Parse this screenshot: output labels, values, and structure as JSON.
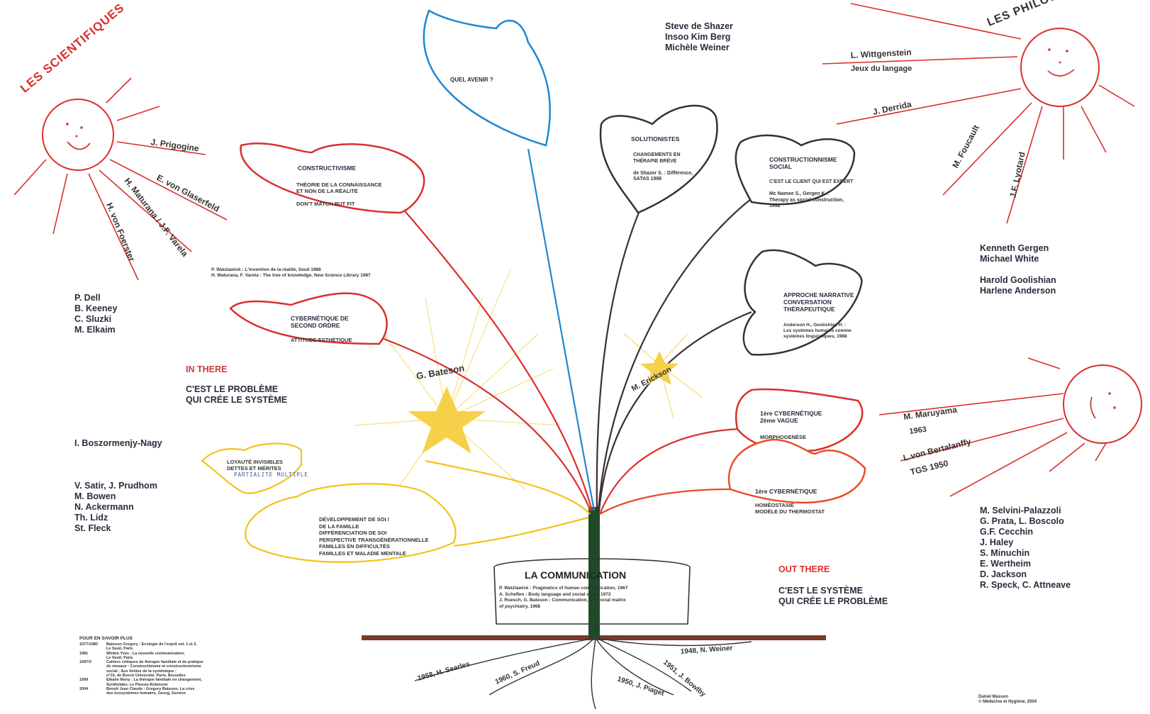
{
  "scientists": {
    "title": "LES SCIENTIFIQUES",
    "rays": [
      "J. Prigogine",
      "E. von Glaserfeld",
      "H. Maturana / J.F. Varela",
      "H. von Foerster"
    ]
  },
  "philosophers": {
    "title": "LES PHILOSOPHES POSTMODERNES",
    "rays": [
      {
        "name": "L. Wittgenstein",
        "sub": "Jeux du langage"
      },
      {
        "name": "J. Derrida"
      },
      {
        "name": "M. Foucault"
      },
      {
        "name": "J.F. Lyotard"
      }
    ]
  },
  "systemic_sun": {
    "rays": [
      {
        "name": "M. Maruyama",
        "sub": "1963"
      },
      {
        "name": "L.von Bertalanffy",
        "sub": "TGS 1950"
      }
    ]
  },
  "name_groups": {
    "top_center": [
      "Steve de Shazer",
      "Insoo Kim Berg",
      "Michèle Weiner"
    ],
    "right_upper": [
      "Kenneth Gergen",
      "Michael White"
    ],
    "right_upper2": [
      "Harold Goolishian",
      "Harlene Anderson"
    ],
    "left_upper": [
      "P. Dell",
      "B. Keeney",
      "C. Sluzki",
      "M. Elkaim"
    ],
    "left_mid": [
      "I. Boszormenjy-Nagy"
    ],
    "left_lower": [
      "V. Satir, J. Prudhom",
      "M. Bowen",
      "N. Ackermann",
      "Th. Lidz",
      "St. Fleck"
    ],
    "right_lower": [
      "M. Selvini-Palazzoli",
      "G. Prata, L. Boscolo",
      "G.F. Cecchin",
      "J. Haley",
      "S. Minuchin",
      "E. Wertheim",
      "D. Jackson",
      "R. Speck, C. Attneave"
    ]
  },
  "leaves": {
    "future": {
      "title": "QUEL AVENIR ?"
    },
    "constructivisme": {
      "title": "CONSTRUCTIVISME",
      "lines": [
        "THÉORIE DE LA CONNAISSANCE",
        "ET NON DE LA RÉALITÉ",
        "",
        "DON'T MATCH BUT FIT"
      ]
    },
    "cybernetique2": {
      "title": "CYBERNÉTIQUE DE",
      "title2": "SECOND ORDRE",
      "lines": [
        "ATTITUDE ESTHÉTIQUE"
      ]
    },
    "loyaute": {
      "title": "LOYAUTÉ INVISIBLES",
      "title2": "DETTES ET MÉRITES",
      "hand": "PARTIALITÉ MULTIPLE"
    },
    "developpement": {
      "lines": [
        "DÉVELOPPEMENT DE SOI /",
        "DE LA FAMILLE",
        "DIFFÉRENCIATION DE SOI",
        "PERSPECTIVE TRANSGÉNÉRATIONNELLE",
        "FAMILLES EN DIFFICULTÉS",
        "FAMILLES ET MALADIE MENTALE"
      ]
    },
    "solutionistes": {
      "title": "SOLUTIONISTES",
      "lines": [
        "CHANGEMENTS EN",
        "THÉRAPIE BRÈVE",
        "",
        "de Shazer S. : Différence,",
        "SATAS 1996"
      ]
    },
    "constructionnisme": {
      "title": "CONSTRUCTIONNISME",
      "title2": "SOCIAL",
      "lines": [
        "C'EST LE CLIENT QUI EST EXPERT",
        "",
        "Mc Namee S., Gergen K. :",
        "Therapy as social construction,",
        "1992"
      ]
    },
    "narrative": {
      "title": "APPROCHE NARRATIVE",
      "title2": "CONVERSATION",
      "title3": "THÉRAPEUTIQUE",
      "lines": [
        "Anderson H., Goolishian H. :",
        "Les systèmes humains comme",
        "systèmes linguistiques, 1988"
      ]
    },
    "cyber1_wave2": {
      "title": "1ère CYBERNÉTIQUE",
      "title2": "2ème VAGUE",
      "lines": [
        "MORPHOGENÈSE"
      ]
    },
    "cyber1": {
      "title": "1ère CYBERNÉTIQUE",
      "lines": [
        "HOMÉOSTASIE",
        "MODÈLE DU THERMOSTAT"
      ]
    }
  },
  "refs_constructivisme": [
    "P. Watzlawick : L'invention de la réalité, Seuil 1988",
    "H. Maturana, F. Varela : The tree of knowledge, New Science Library 1987"
  ],
  "stars": {
    "bateson": "G. Bateson",
    "erickson": "M. Erickson"
  },
  "in_there": {
    "label": "IN THERE",
    "line1": "C'EST LE PROBLÈME",
    "line2": "QUI CRÉE LE SYSTÈME"
  },
  "out_there": {
    "label": "OUT THERE",
    "line1": "C'EST LE SYSTÈME",
    "line2": "QUI CRÉE LE PROBLÈME"
  },
  "pot": {
    "title": "LA COMMUNICATION",
    "refs": [
      "P. Watzlawick : Pragmatics of human communication, 1967",
      "A. Scheflen : Body language and social order, 1972",
      "J. Ruesch, G. Bateson : Communication, the social matrix",
      "of psychiatry, 1968"
    ]
  },
  "roots": [
    "1958, H. Searles",
    "1960, S. Freud",
    "1950, J. Piaget",
    "1951, J. Bowlby",
    "1948, N. Weiner"
  ],
  "further_reading": {
    "title": "POUR EN SAVOIR PLUS",
    "entries": [
      {
        "year": "1977/1980",
        "lines": [
          "Bateson Gregory : Ecologie de l'esprit vol. 1 et 2,",
          "Le Seuil, Paris"
        ]
      },
      {
        "year": "1981",
        "lines": [
          "Winkin Yves : La nouvelle communication,",
          "Le Seuil, Paris"
        ]
      },
      {
        "year": "1997/3",
        "lines": [
          "Cahiers critiques de thérapie familiale et de pratique",
          "de réseaux : Constructivisme et constructionnisme",
          "social ; Aux limites de la systémique ;",
          "n°19, de Boeck Université, Paris, Bruxelles"
        ]
      },
      {
        "year": "1999",
        "lines": [
          "Elkaïm Mony : La thérapie familiale en changement,",
          "Synthélabo, Le Plessis-Robinson"
        ]
      },
      {
        "year": "2004",
        "lines": [
          "Benoit Jean Claude : Gregory Bateson. La crise",
          "des écosystèmes humains, Georg, Genève"
        ]
      }
    ]
  },
  "credit": [
    "Daniel Masson",
    "© Médecine et Hygiène, 2004"
  ],
  "colors": {
    "red": "#d9302c",
    "blue": "#1e88d0",
    "dark": "#3a3030",
    "yellow": "#f2c21b",
    "orange": "#ec4a25",
    "green": "#1f4a2a",
    "brown": "#7a3a28"
  }
}
